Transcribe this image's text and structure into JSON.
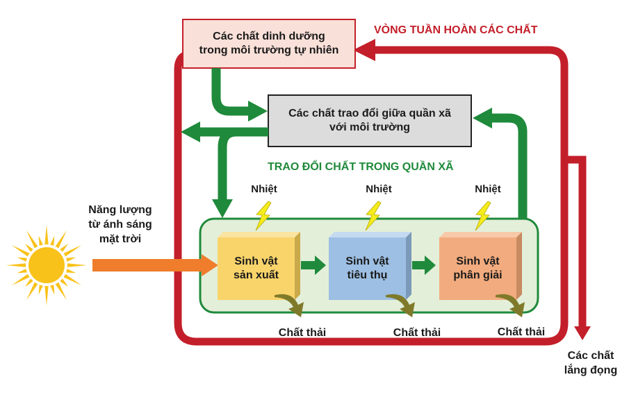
{
  "cycle_title": "VÒNG TUẦN HOÀN CÁC CHẤT",
  "community_title": "TRAO ĐỔI CHẤT TRONG QUẦN XÃ",
  "nutrients_box": {
    "line1": "Các chất dinh dưỡng",
    "line2": "trong môi trường tự nhiên"
  },
  "exchange_box": {
    "line1": "Các chất trao đổi giữa quần xã",
    "line2": "với môi trường"
  },
  "energy_label": {
    "line1": "Năng lượng",
    "line2": "từ ánh sáng",
    "line3": "mặt trời"
  },
  "organisms": [
    {
      "line1": "Sinh vật",
      "line2": "sản xuất",
      "color": "#f9d46a"
    },
    {
      "line1": "Sinh vật",
      "line2": "tiêu thụ",
      "color": "#9dbfe3"
    },
    {
      "line1": "Sinh vật",
      "line2": "phân giải",
      "color": "#f2ab7e"
    }
  ],
  "heat_labels": [
    "Nhiệt",
    "Nhiệt",
    "Nhiệt"
  ],
  "waste_labels": [
    "Chất thải",
    "Chất thải",
    "Chất thải"
  ],
  "sediment_label": {
    "line1": "Các chất",
    "line2": "lắng đọng"
  },
  "colors": {
    "cycle_red": "#c31f2a",
    "flow_green": "#1f8a3b",
    "community_bg": "#e3efd9",
    "energy_orange": "#ef7d2c",
    "sun_yellow": "#f9c21a",
    "lightning_yellow": "#f4ec1c",
    "waste_olive": "#7f7a2a",
    "nutrients_bg": "#f9e0d8",
    "exchange_bg": "#dcdcdc"
  }
}
